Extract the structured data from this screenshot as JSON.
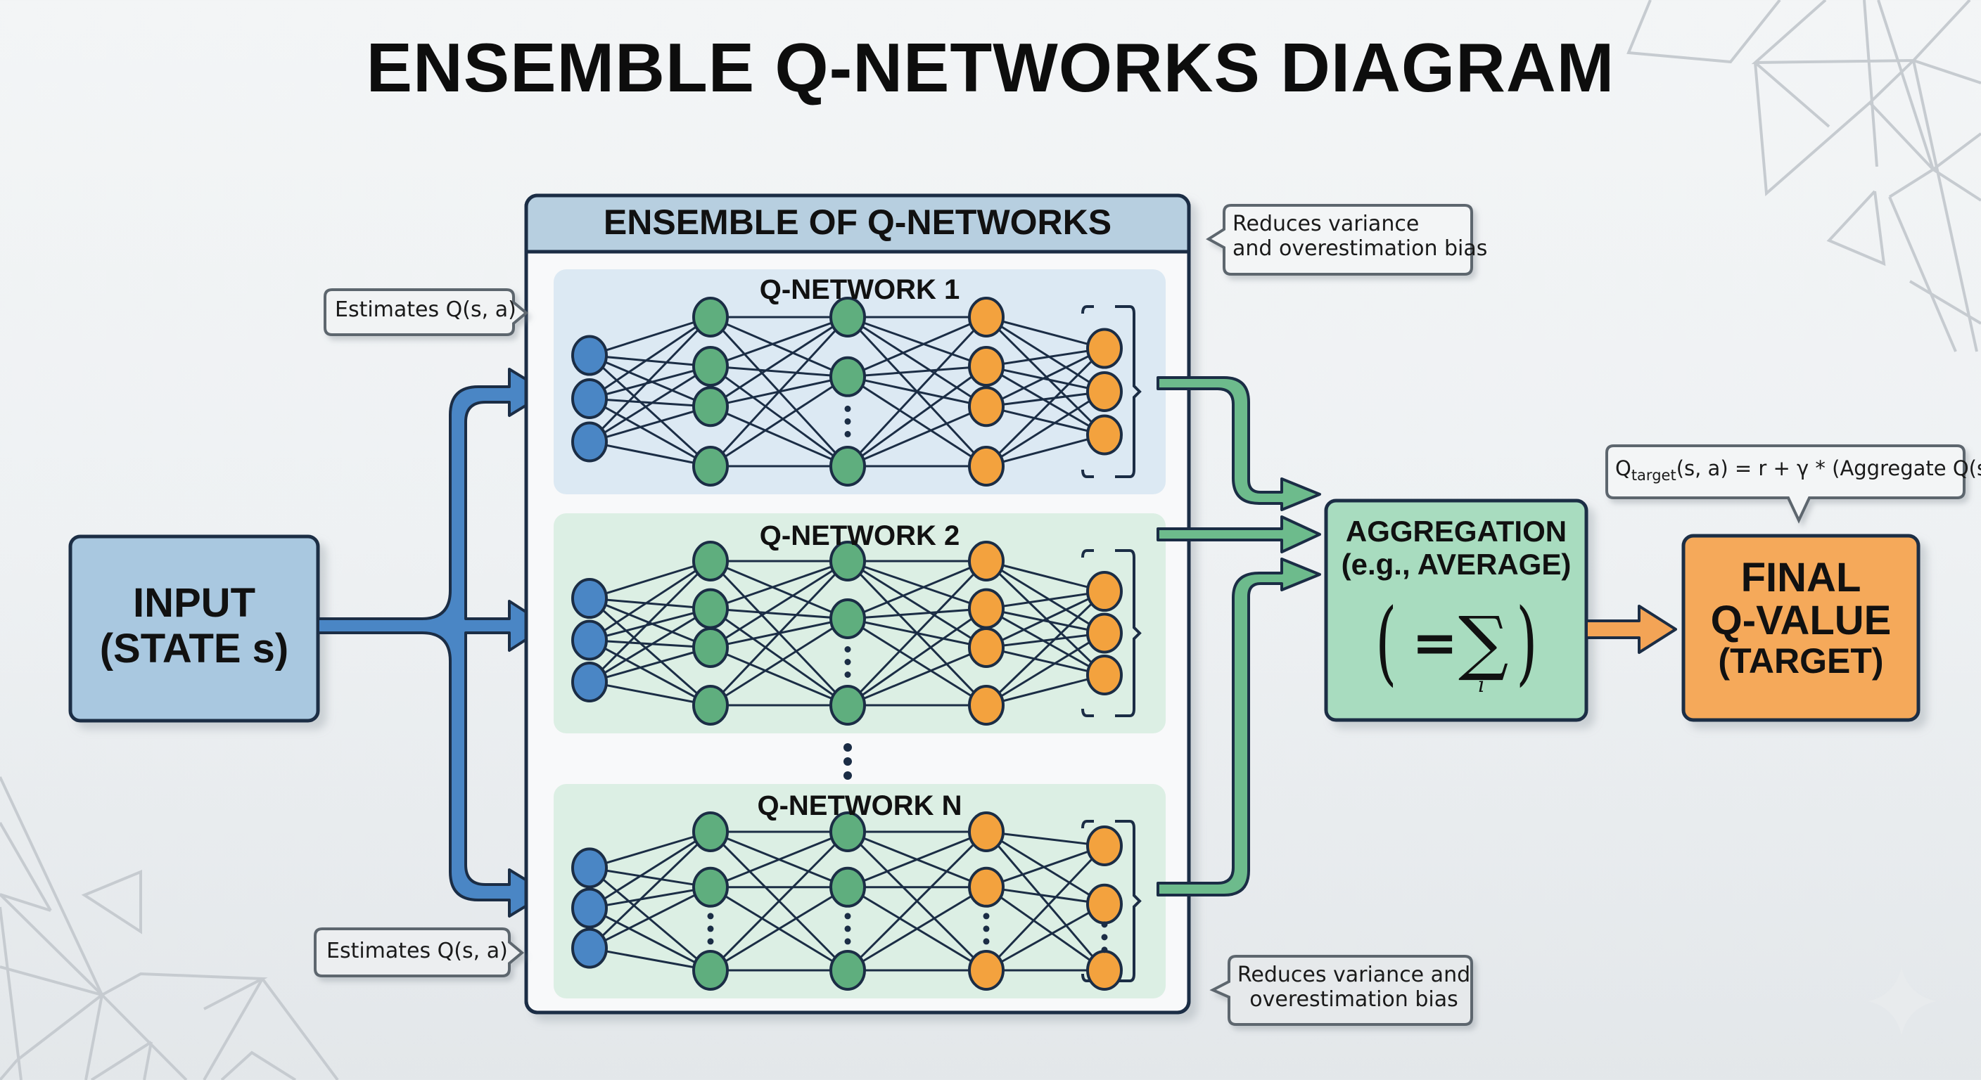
{
  "title": "ENSEMBLE Q-NETWORKS DIAGRAM",
  "ensemble": {
    "header": "ENSEMBLE OF Q-NETWORKS",
    "separator_dots": "⋮",
    "networks": [
      {
        "label": "Q-NETWORK 1",
        "theme": "blue",
        "layers": [
          3,
          4,
          3,
          4,
          3
        ],
        "ellipsis_layers": [
          2
        ]
      },
      {
        "label": "Q-NETWORK 2",
        "theme": "green",
        "layers": [
          3,
          4,
          3,
          4,
          3
        ],
        "ellipsis_layers": [
          2
        ]
      },
      {
        "label": "Q-NETWORK N",
        "theme": "green",
        "layers": [
          3,
          3,
          3,
          3,
          3
        ],
        "ellipsis_layers": [
          1,
          2,
          3,
          4
        ]
      }
    ]
  },
  "input": {
    "line1": "INPUT",
    "line2": "(STATE s)"
  },
  "aggregation": {
    "line1": "AGGREGATION",
    "line2": "(e.g., AVERAGE)",
    "formula_eq": "=",
    "formula_sum": "∑",
    "formula_index": "i",
    "paren_open": "(",
    "paren_close": ")"
  },
  "final": {
    "line1": "FINAL",
    "line2": "Q-VALUE",
    "line3": "(TARGET)"
  },
  "callouts": {
    "estimates_top": "Estimates Q(s, a)",
    "estimates_bottom": "Estimates Q(s, a)",
    "reduces_top": [
      "Reduces variance",
      "and overestimation bias"
    ],
    "reduces_bottom": [
      "Reduces variance and",
      "overestimation bias"
    ],
    "formula": {
      "q": "Q",
      "sub": "target",
      "rest": "(s, a) = r + γ * (Aggregate Q(s′, a′))"
    }
  },
  "icons": {
    "sparkle": "sparkle-icon"
  },
  "colors": {
    "input_node": "#4a86c5",
    "hidden_node": "#5fae7e",
    "output_node": "#f3a23e",
    "outline": "#1b2d45",
    "blue_arrow": "#4a86c5",
    "green_arrow": "#6dbb8c",
    "orange_arrow": "#f3a456",
    "input_box": "#a9c8e0",
    "aggregation_box": "#a8dcbf",
    "final_box": "#f5a95a",
    "panel_blue": "#dce9f3",
    "panel_green": "#dcefe4",
    "header_band": "#b7cfe0"
  }
}
